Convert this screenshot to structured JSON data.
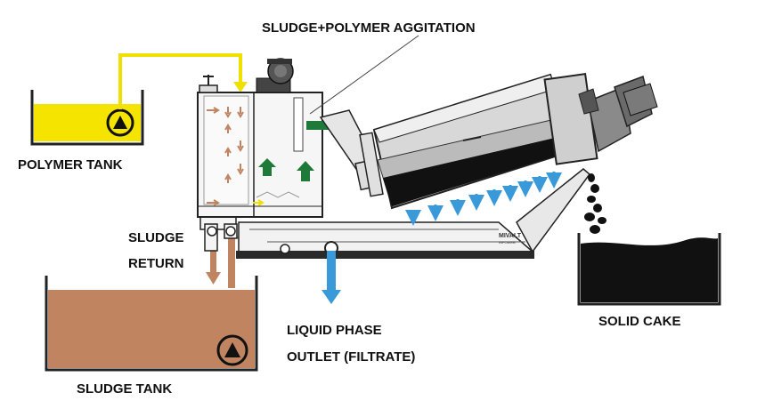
{
  "labels": {
    "agitation": "SLUDGE+POLYMER AGGITATION",
    "polymer_tank": "POLYMER TANK",
    "sludge_return_line1": "SLUDGE",
    "sludge_return_line2": "RETURN",
    "sludge_tank": "SLUDGE TANK",
    "liquid_line1": "LIQUID PHASE",
    "liquid_line2": "OUTLET (FILTRATE)",
    "solid_cake": "SOLID CAKE",
    "brand": "MIVALT",
    "brand_sub": "INFOWEB"
  },
  "colors": {
    "polymer": "#f5e400",
    "polymer_line": "#f0e000",
    "sludge": "#c08560",
    "filtrate": "#3a9ad9",
    "flow_green": "#1f7a3a",
    "cake": "#111111",
    "outline": "#222222"
  },
  "icons": {
    "pump": "pump-icon",
    "motor": "motor-icon"
  }
}
